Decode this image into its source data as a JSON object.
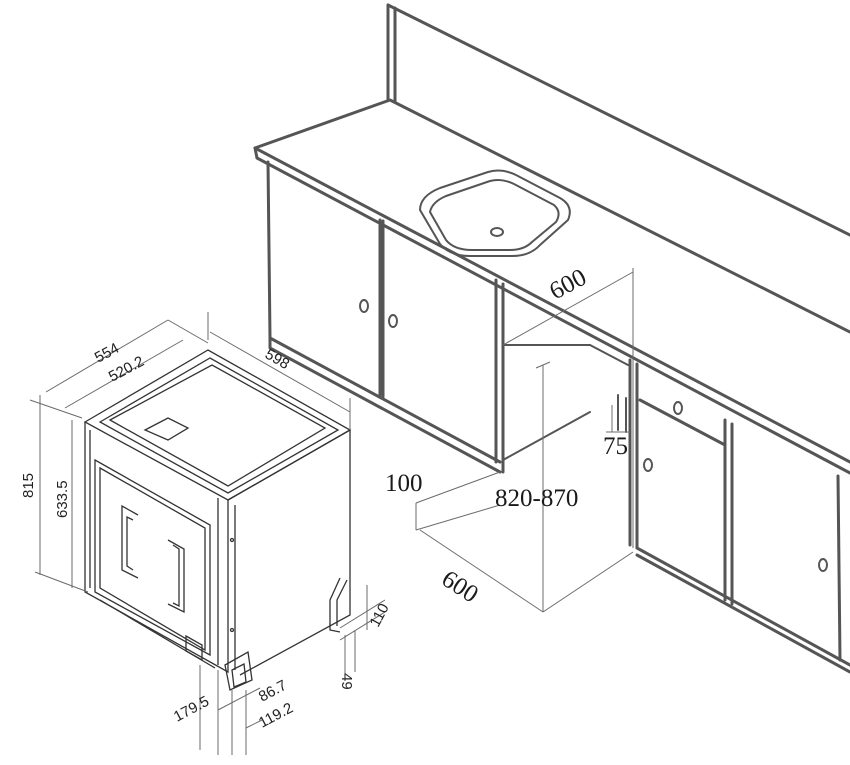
{
  "cabinet_dimensions": {
    "niche_depth": "600",
    "niche_width": "600",
    "niche_height_range": "820-870",
    "plinth_height": "100",
    "side_clearance": "75"
  },
  "appliance_dimensions": {
    "total_depth": "554",
    "body_depth": "520.2",
    "width": "598",
    "height": "815",
    "door_height": "633.5",
    "hose_offset_1": "179.5",
    "hose_offset_2": "86.7",
    "hose_offset_3": "119.2",
    "foot_height": "110",
    "foot_width": "49"
  }
}
